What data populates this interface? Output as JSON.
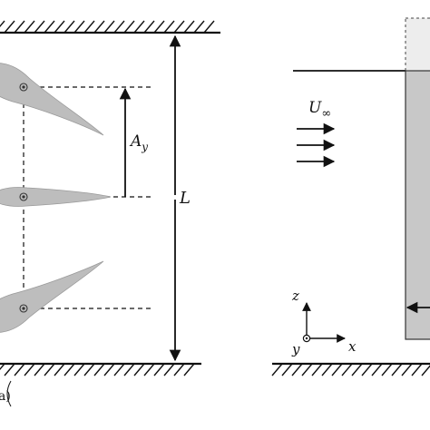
{
  "figure": {
    "panel_a_label": "a)",
    "panel_a": {
      "amplitude_label": "A",
      "amplitude_subscript": "y",
      "span_label": "L"
    },
    "panel_b": {
      "freestream_label": "U",
      "freestream_subscript": "∞",
      "axis_z_label": "z",
      "axis_x_label": "x",
      "axis_y_label": "y"
    },
    "colors": {
      "ink": "#111111",
      "foil": "#bdbdbd",
      "foil_edge": "#9a9a9a",
      "wall_block": "#c8c8c8",
      "wall_block_light": "#ededed"
    }
  }
}
